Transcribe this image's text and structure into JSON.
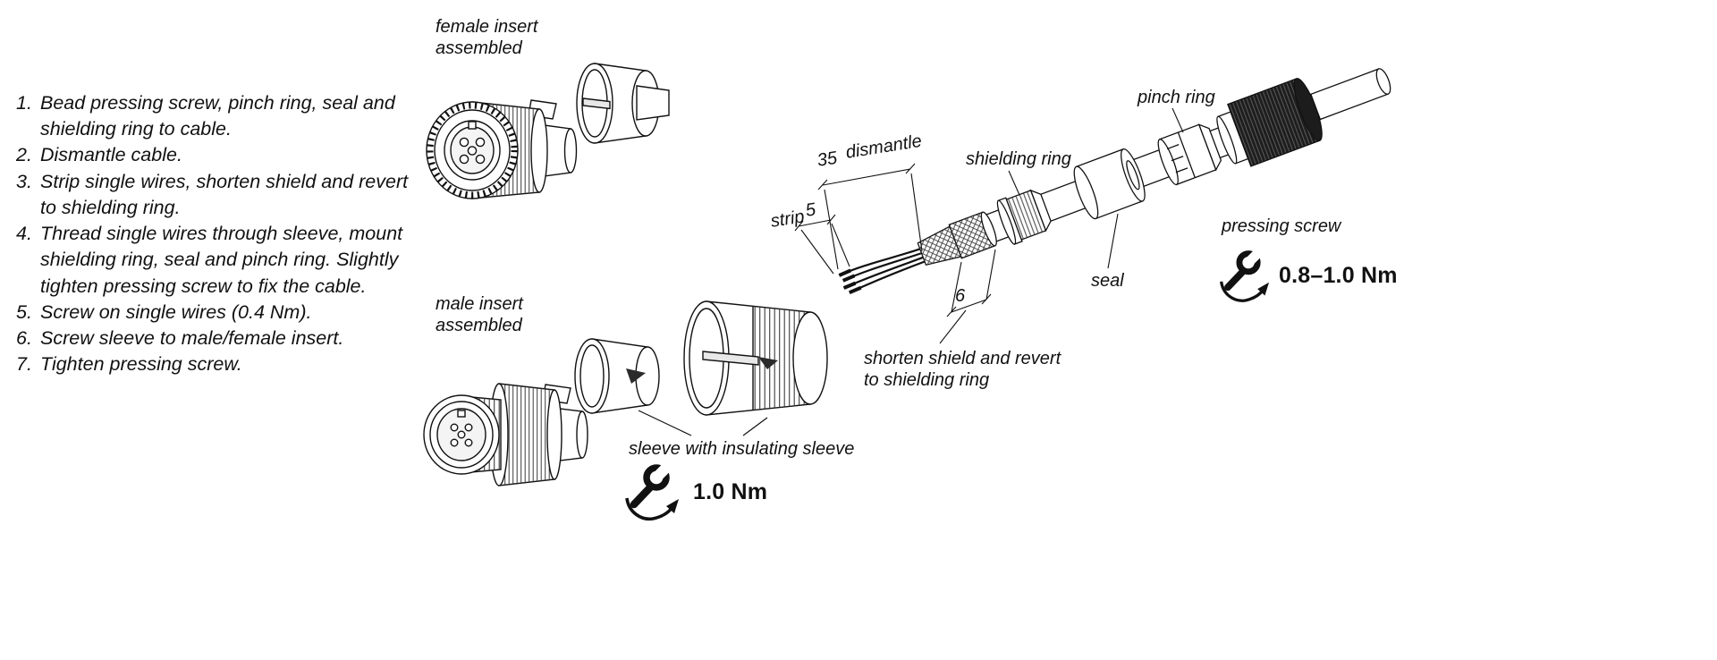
{
  "colors": {
    "ink": "#111111",
    "background": "#ffffff"
  },
  "instructions": {
    "steps": [
      {
        "num": "1.",
        "text": "Bead pressing screw, pinch ring, seal and shielding ring to cable."
      },
      {
        "num": "2.",
        "text": "Dismantle cable."
      },
      {
        "num": "3.",
        "text": "Strip single wires, shorten shield and revert to shielding ring."
      },
      {
        "num": "4.",
        "text": "Thread single wires through sleeve, mount shielding ring, seal and pinch ring. Slightly tighten pressing screw to fix the cable."
      },
      {
        "num": "5.",
        "text": "Screw on single wires (0.4 Nm)."
      },
      {
        "num": "6.",
        "text": "Screw sleeve to male/female insert."
      },
      {
        "num": "7.",
        "text": "Tighten pressing screw."
      }
    ]
  },
  "labels": {
    "female_insert": "female insert\nassembled",
    "male_insert": "male insert\nassembled",
    "sleeve": "sleeve with insulating sleeve",
    "torque_sleeve": "1.0 Nm",
    "strip": "strip",
    "strip_value": "5",
    "dismantle_value": "35",
    "dismantle": "dismantle",
    "shielding_ring": "shielding ring",
    "pinch_ring": "pinch ring",
    "seal": "seal",
    "pressing_screw": "pressing screw",
    "shorten_shield": "shorten shield and revert\nto shielding ring",
    "shield_value": "6",
    "torque_pressing": "0.8–1.0 Nm"
  },
  "icons": {
    "torque_icon": "wrench-with-rotation-arrow"
  }
}
